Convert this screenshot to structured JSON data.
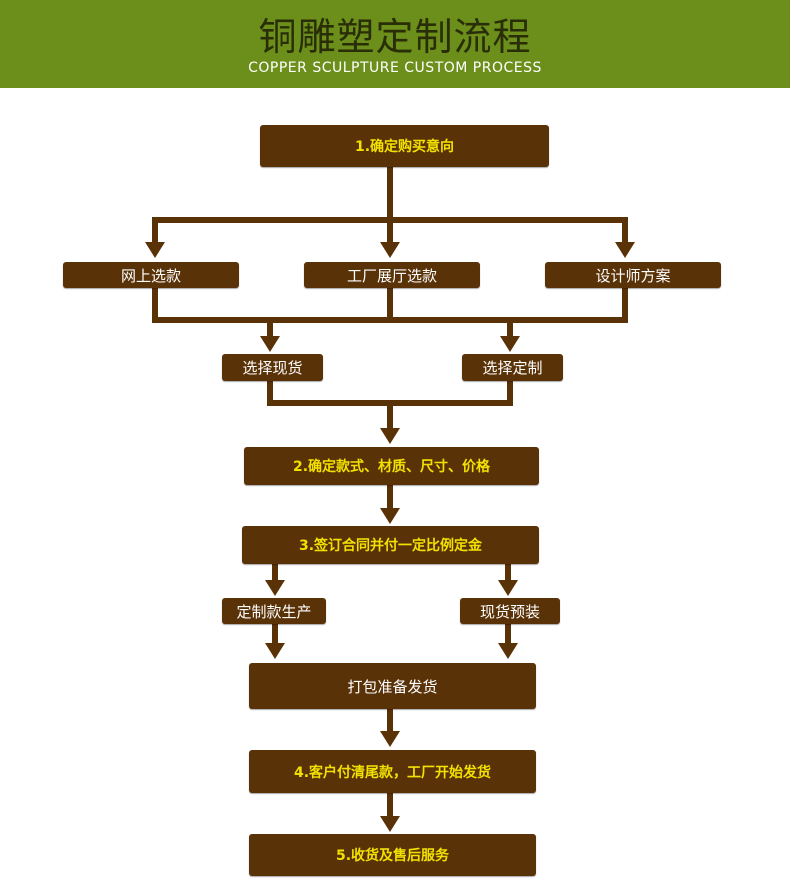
{
  "header": {
    "title": "铜雕塑定制流程",
    "subtitle": "COPPER SCULPTURE CUSTOM PROCESS"
  },
  "steps": {
    "step1": "1.确定购买意向",
    "online": "网上选款",
    "factory_hall": "工厂展厅选款",
    "designer": "设计师方案",
    "in_stock": "选择现货",
    "custom": "选择定制",
    "step2": "2.确定款式、材质、尺寸、价格",
    "step3": "3.签订合同并付一定比例定金",
    "custom_production": "定制款生产",
    "stock_assembly": "现货预装",
    "packing": "打包准备发货",
    "step4": "4.客户付清尾款，工厂开始发货",
    "step5": "5.收货及售后服务"
  },
  "colors": {
    "header_bg": "#6b8f1a",
    "box_bg": "#5a3208",
    "connector": "#5a3208",
    "step_text": "#f2e100"
  }
}
